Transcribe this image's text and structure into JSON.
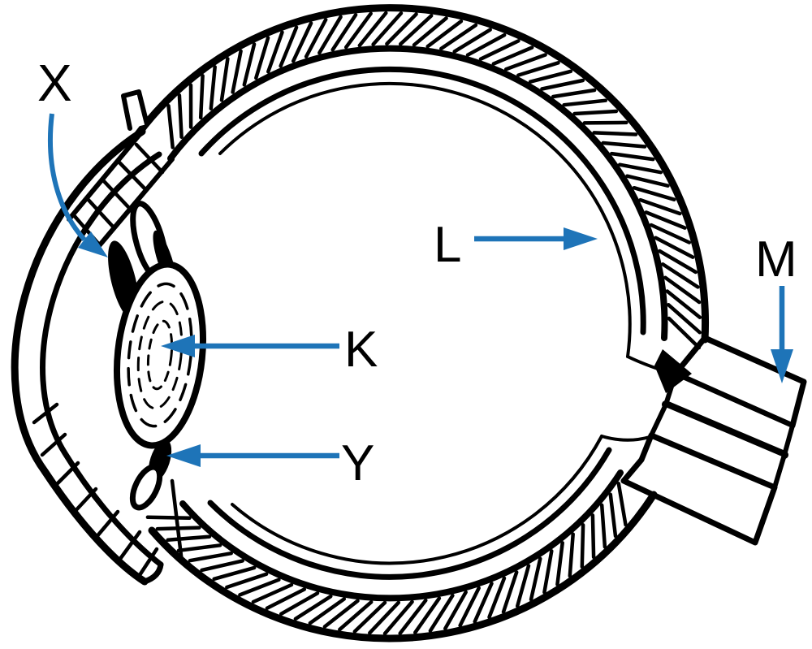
{
  "diagram": {
    "illustration": "human-eye-cross-section-line-drawing",
    "background_color": "#ffffff",
    "ink_color": "#000000",
    "arrow_color": "#1e74b8",
    "labels": {
      "x": "X",
      "k": "K",
      "y": "Y",
      "l": "L",
      "m": "M"
    }
  }
}
